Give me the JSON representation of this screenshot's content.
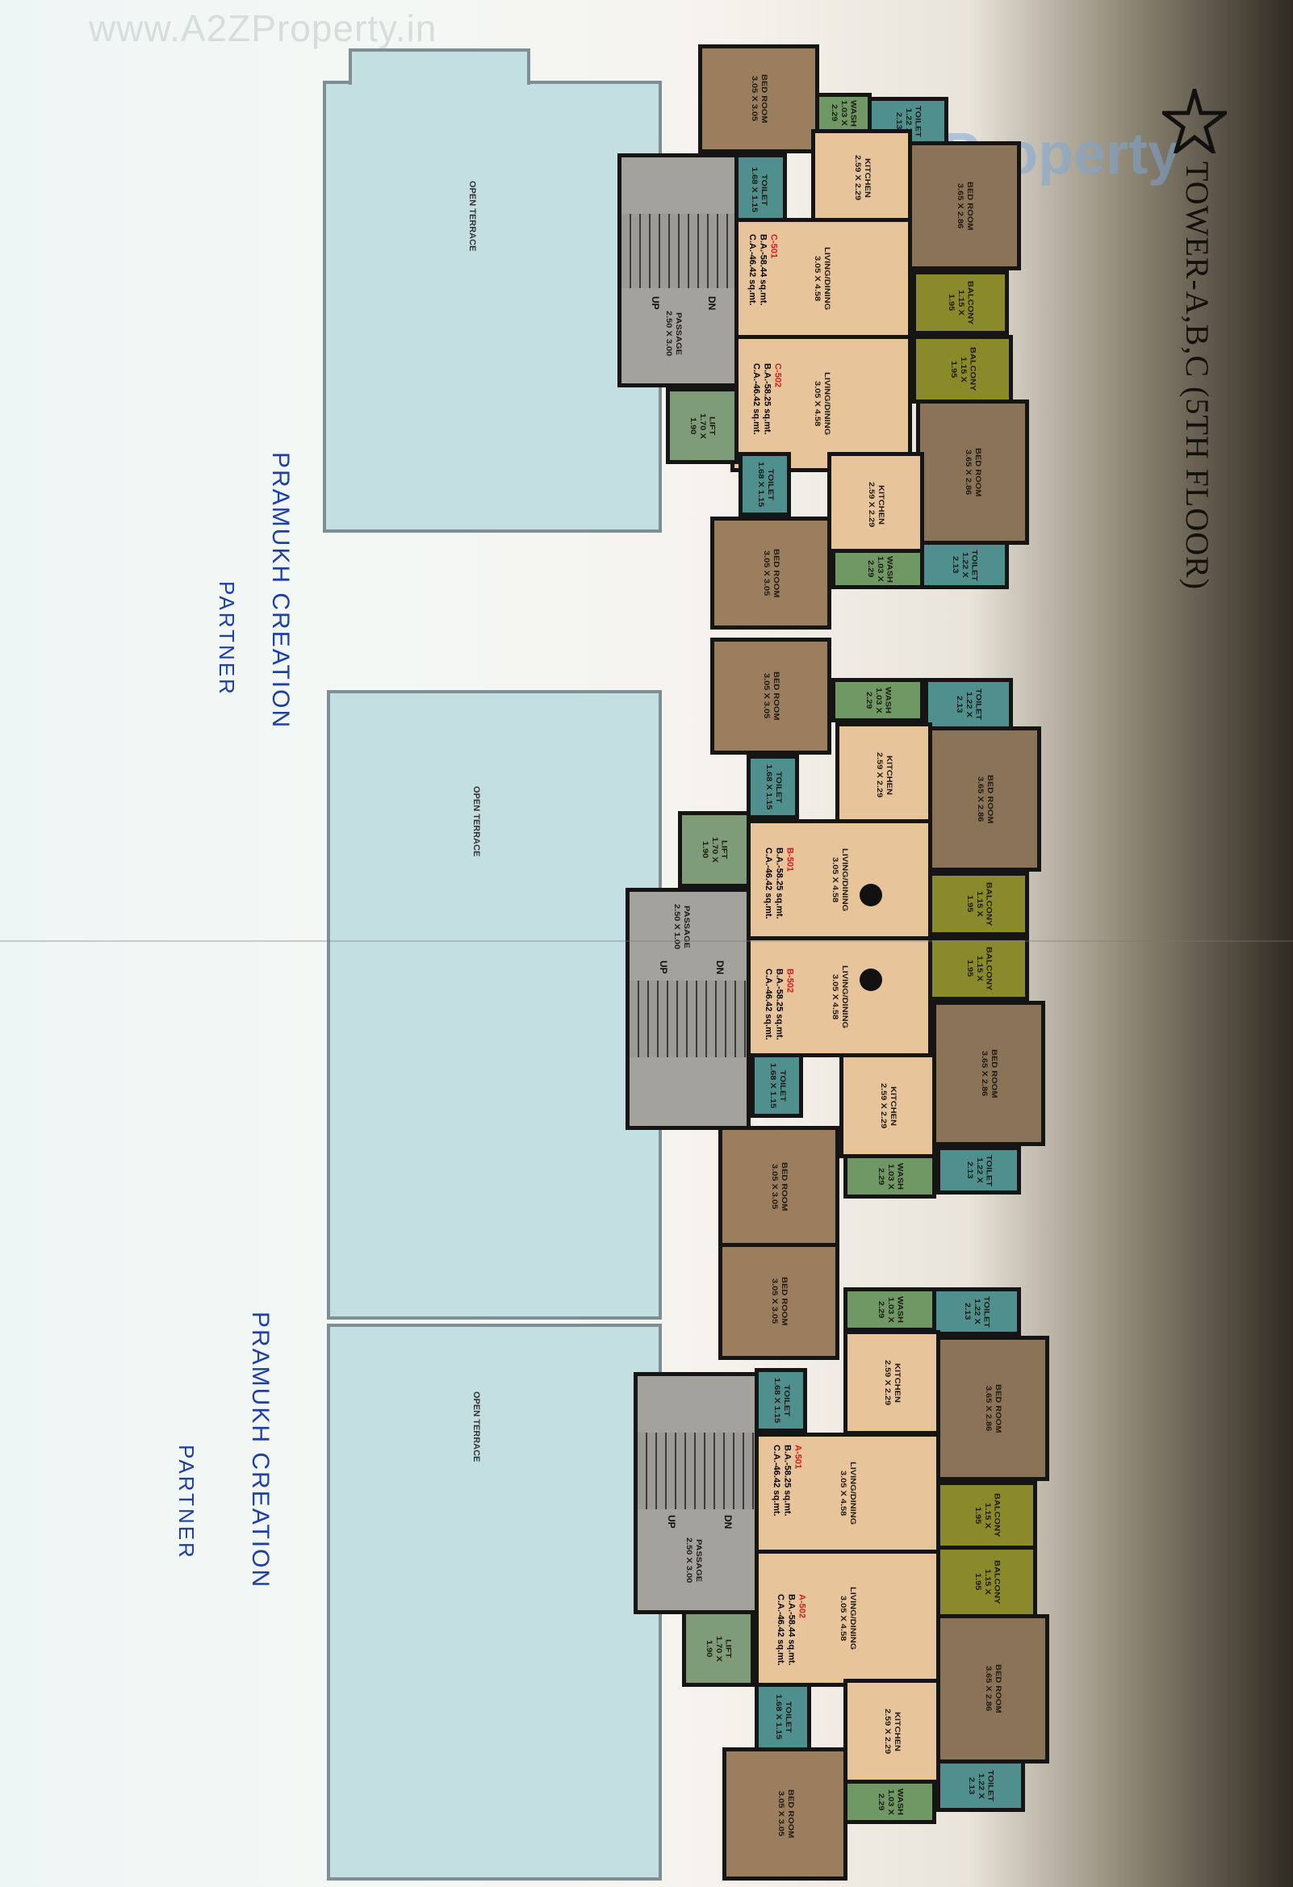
{
  "watermarks": {
    "top": "www.A2ZProperty.in",
    "corner": "A2Z Property"
  },
  "title": "TOWER-A,B,C (5TH FLOOR)",
  "stamps": [
    {
      "company": "PRAMUKH CREATION",
      "role": "PARTNER"
    },
    {
      "company": "PRAMUKH CREATION",
      "role": "PARTNER"
    }
  ],
  "terraces": [
    {
      "label": "OPEN TERRACE"
    },
    {
      "label": "OPEN TERRACE"
    },
    {
      "label": "OPEN TERRACE"
    }
  ],
  "cores": {
    "c": {
      "passage": "PASSAGE\n2.50 X 3.00",
      "lift": "LIFT\n1.70 X\n1.90",
      "up": "UP",
      "dn": "DN"
    },
    "b": {
      "passage": "PASSAGE\n2.50 X 1.00",
      "lift": "LIFT\n1.70 X\n1.90",
      "up": "UP",
      "dn": "DN"
    },
    "a": {
      "passage": "PASSAGE\n2.50 X 3.00",
      "lift": "LIFT\n1.70 X\n1.90",
      "up": "UP",
      "dn": "DN"
    }
  },
  "units": {
    "c501": {
      "code": "C-501",
      "ba": "B.A.-58.44 sq.mt.",
      "ca": "C.A.-46.42 sq.mt.",
      "bed1": "BED ROOM\n3.05 X 3.05",
      "bed2": "BED ROOM\n3.65 X 2.86",
      "living": "LIVING/DINING\n3.05 X 4.58",
      "kitchen": "KITCHEN\n2.59 X 2.29",
      "toilet": "TOILET\n1.68 X 1.15",
      "toilet2": "TOILET\n1.22 X\n2.13",
      "wash": "WASH\n1.03 X\n2.29",
      "balcony": "BALCONY\n1.15 X\n1.95"
    },
    "c502": {
      "code": "C-502",
      "ba": "B.A.-58.25 sq.mt.",
      "ca": "C.A.-46.42 sq.mt.",
      "bed1": "BED ROOM\n3.05 X 3.05",
      "bed2": "BED ROOM\n3.65 X 2.86",
      "living": "LIVING/DINING\n3.05 X 4.58",
      "kitchen": "KITCHEN\n2.59 X 2.29",
      "toilet": "TOILET\n1.68 X 1.15",
      "toilet2": "TOILET\n1.22 X\n2.13",
      "wash": "WASH\n1.03 X\n2.29",
      "balcony": "BALCONY\n1.15 X\n1.95"
    },
    "b501": {
      "code": "B-501",
      "ba": "B.A.-58.25 sq.mt.",
      "ca": "C.A.-46.42 sq.mt.",
      "bed1": "BED ROOM\n3.05 X 3.05",
      "bed2": "BED ROOM\n3.65 X 2.86",
      "living": "LIVING/DINING\n3.05 X 4.58",
      "kitchen": "KITCHEN\n2.59 X 2.29",
      "toilet": "TOILET\n1.68 X 1.15",
      "toilet2": "TOILET\n1.22 X\n2.13",
      "wash": "WASH\n1.03 X\n2.29",
      "balcony": "BALCONY\n1.15 X\n1.95"
    },
    "b502": {
      "code": "B-502",
      "ba": "B.A.-58.25 sq.mt.",
      "ca": "C.A.-46.42 sq.mt.",
      "bed1": "BED ROOM\n3.05 X 3.05",
      "bed2": "BED ROOM\n3.65 X 2.86",
      "living": "LIVING/DINING\n3.05 X 4.58",
      "kitchen": "KITCHEN\n2.59 X 2.29",
      "toilet": "TOILET\n1.68 X 1.15",
      "toilet2": "TOILET\n1.22 X\n2.13",
      "wash": "WASH\n1.03 X\n2.29",
      "balcony": "BALCONY\n1.15 X\n1.95"
    },
    "a501": {
      "code": "A-501",
      "ba": "B.A.-58.25 sq.mt.",
      "ca": "C.A.-46.42 sq.mt.",
      "bed1": "BED ROOM\n3.05 X 3.05",
      "bed2": "BED ROOM\n3.65 X 2.86",
      "living": "LIVING/DINING\n3.05 X 4.58",
      "kitchen": "KITCHEN\n2.59 X 2.29",
      "toilet": "TOILET\n1.68 X 1.15",
      "toilet2": "TOILET\n1.22 X\n2.13",
      "wash": "WASH\n1.03 X\n2.29",
      "balcony": "BALCONY\n1.15 X\n1.95"
    },
    "a502": {
      "code": "A-502",
      "ba": "B.A.-58.44 sq.mt.",
      "ca": "C.A.-46.42 sq.mt.",
      "bed1": "BED ROOM\n3.05 X 3.05",
      "bed2": "BED ROOM\n3.65 X 2.86",
      "living": "LIVING/DINING\n3.05 X 4.58",
      "kitchen": "KITCHEN\n2.59 X 2.29",
      "toilet": "TOILET\n1.68 X 1.15",
      "toilet2": "TOILET\n1.22 X\n2.13",
      "wash": "WASH\n1.03 X\n2.29",
      "balcony": "BALCONY\n1.15 X\n1.95"
    }
  }
}
